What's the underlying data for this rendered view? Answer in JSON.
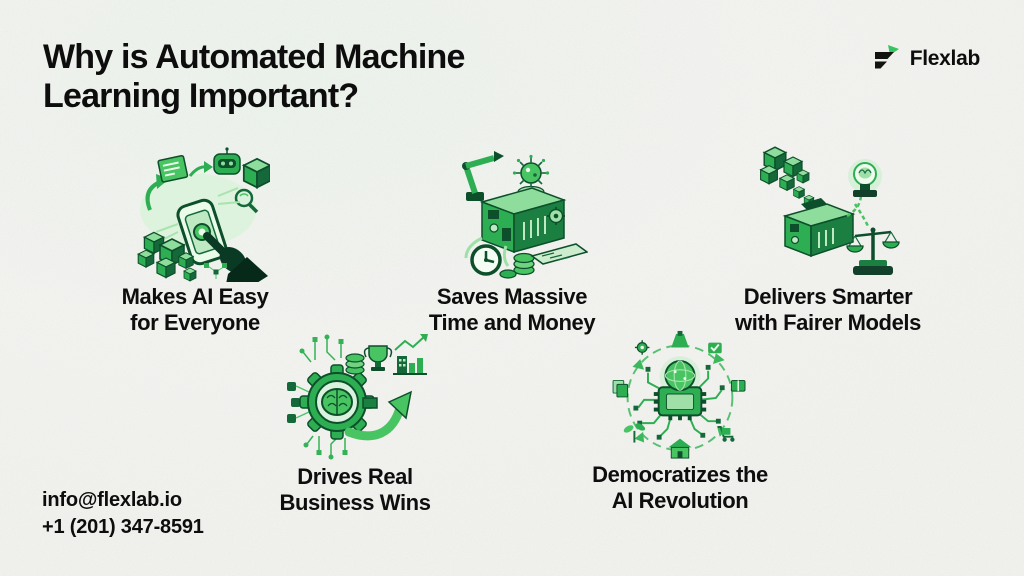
{
  "theme": {
    "background": "#f3f3f0",
    "text": "#0e0e0e",
    "accent_green": "#2eae52",
    "bright_green": "#49c462",
    "dark_green": "#0d4f2b"
  },
  "header": {
    "title_line1": "Why is Automated Machine",
    "title_line2": "Learning Important?"
  },
  "brand": {
    "name": "Flexlab",
    "logo_icon": "flexlab-bolt-icon"
  },
  "features": [
    {
      "label_line1": "Makes AI Easy",
      "label_line2": "for Everyone",
      "illustration": "hand-tapping-phone-with-data-cubes"
    },
    {
      "label_line1": "Saves Massive",
      "label_line2": "Time and Money",
      "illustration": "automation-machine-with-clock-and-coins"
    },
    {
      "label_line1": "Delivers Smarter",
      "label_line2": "with Fairer Models",
      "illustration": "model-factory-with-lightbulb-and-scales"
    },
    {
      "label_line1": "Drives Real",
      "label_line2": "Business Wins",
      "illustration": "brain-gear-with-growth-arrow-and-trophy"
    },
    {
      "label_line1": "Democratizes the",
      "label_line2": "AI Revolution",
      "illustration": "ai-chip-network-radiating-icons"
    }
  ],
  "contact": {
    "email": "info@flexlab.io",
    "phone": "+1 (201) 347-8591"
  }
}
